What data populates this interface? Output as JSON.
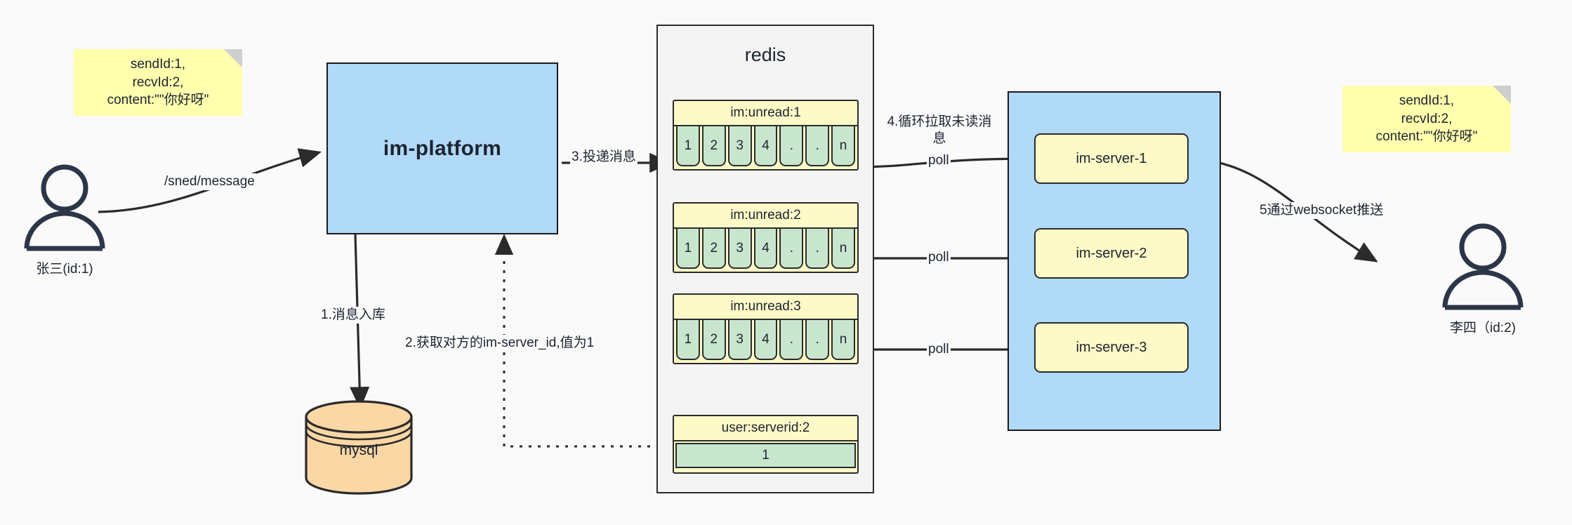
{
  "diagram": {
    "title": "IM message delivery architecture",
    "colors": {
      "background": "#fafafa",
      "sticky": "#ffffad",
      "platform_blue": "#b1d9f8",
      "key_yellow": "#fdfac8",
      "cell_green": "#c8e6ce",
      "mysql_orange": "#fbd7a5",
      "stroke": "#2b2b2b"
    }
  },
  "actors": {
    "sender": {
      "caption": "张三(id:1)",
      "icon": "user-icon"
    },
    "receiver": {
      "caption": "李四（id:2)",
      "icon": "user-icon"
    }
  },
  "notes": {
    "left": {
      "lines": [
        "sendId:1,",
        "recvId:2,",
        "content:\"\"你好呀\""
      ]
    },
    "right": {
      "lines": [
        "sendId:1,",
        "recvId:2,",
        "content:\"\"你好呀\""
      ]
    }
  },
  "platform": {
    "label": "im-platform"
  },
  "mysql": {
    "label": "mysql"
  },
  "redis": {
    "title": "redis",
    "keys": [
      {
        "name": "im:unread:1",
        "cells": [
          "1",
          "2",
          "3",
          "4",
          ".",
          ".",
          "n"
        ]
      },
      {
        "name": "im:unread:2",
        "cells": [
          "1",
          "2",
          "3",
          "4",
          ".",
          ".",
          "n"
        ]
      },
      {
        "name": "im:unread:3",
        "cells": [
          "1",
          "2",
          "3",
          "4",
          ".",
          ".",
          "n"
        ]
      }
    ],
    "user_server_key": {
      "name": "user:serverid:2",
      "value": "1"
    }
  },
  "cluster": {
    "servers": [
      {
        "label": "im-server-1"
      },
      {
        "label": "im-server-2"
      },
      {
        "label": "im-server-3"
      }
    ]
  },
  "edges": {
    "send_message": "/sned/message",
    "step1": "1.消息入库",
    "step2": "2.获取对方的im-server_id,值为1",
    "step3": "3.投递消息",
    "step4": "4.循环拉取未读消息",
    "poll1": "poll",
    "poll2": "poll",
    "poll3": "poll",
    "step5": "5通过websocket推送"
  }
}
